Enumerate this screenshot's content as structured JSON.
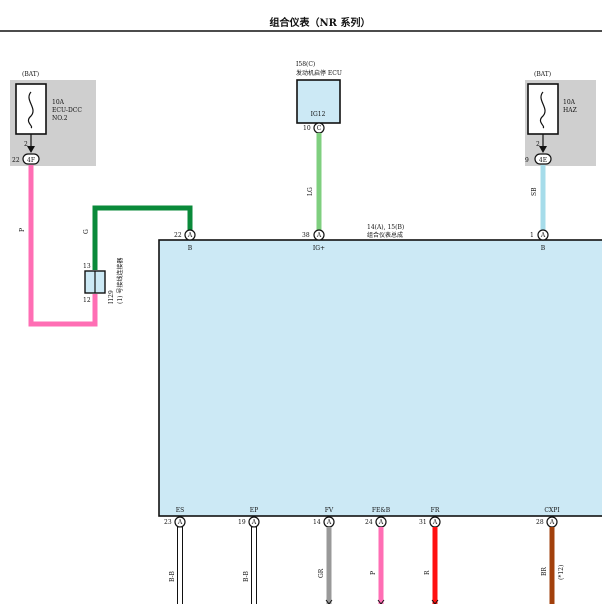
{
  "title": "组合仪表（NR 系列）",
  "colors": {
    "ecu_box": "#cce9f5",
    "fuse_bg": "#cfcfcf",
    "wire_p": "#ff6eb4",
    "wire_g": "#0a8a3a",
    "wire_lg": "#7fcf7f",
    "wire_sb": "#a6dcea",
    "wire_gr": "#999999",
    "wire_r": "#ff1010",
    "wire_br": "#a2400c"
  },
  "fuses": [
    {
      "source": "(BAT)",
      "line1": "10A",
      "line2": "ECU-DCC",
      "line3": "NO.2",
      "pin": "2",
      "conn_pin": "22",
      "conn_id": "4F"
    },
    {
      "source": "(BAT)",
      "line1": "10A",
      "line2": "HAZ",
      "pin": "2",
      "conn_pin": "9",
      "conn_id": "4E"
    }
  ],
  "ecu": {
    "ref": "I58(C)",
    "name": "发动机启停 ECU",
    "terminal": "IG12",
    "pin": "10",
    "conn": "C"
  },
  "junction": {
    "ref": "I129",
    "name": "(1) 号接线连接器",
    "pin_top": "13",
    "pin_bottom": "12"
  },
  "wires": {
    "left_p": "P",
    "left_g": "G",
    "ecu_lg": "LG",
    "right_sb": "SB"
  },
  "meter": {
    "ref": "14(A), 15(B)",
    "name": "组合仪表总成"
  },
  "top_pins": [
    {
      "num": "22",
      "conn": "A",
      "label": "B"
    },
    {
      "num": "38",
      "conn": "A",
      "label": "IG+"
    },
    {
      "num": "1",
      "conn": "A",
      "label": "B"
    }
  ],
  "bottom_pins": [
    {
      "num": "23",
      "conn": "A",
      "label": "ES",
      "wire": "B-B"
    },
    {
      "num": "19",
      "conn": "A",
      "label": "EP",
      "wire": "B-B"
    },
    {
      "num": "14",
      "conn": "A",
      "label": "FV",
      "wire": "GR"
    },
    {
      "num": "24",
      "conn": "A",
      "label": "FE&B",
      "wire": "P"
    },
    {
      "num": "31",
      "conn": "A",
      "label": "FR",
      "wire": "R"
    },
    {
      "num": "28",
      "conn": "A",
      "label": "CXPI",
      "wire": "BR",
      "note": "(*12)"
    }
  ]
}
